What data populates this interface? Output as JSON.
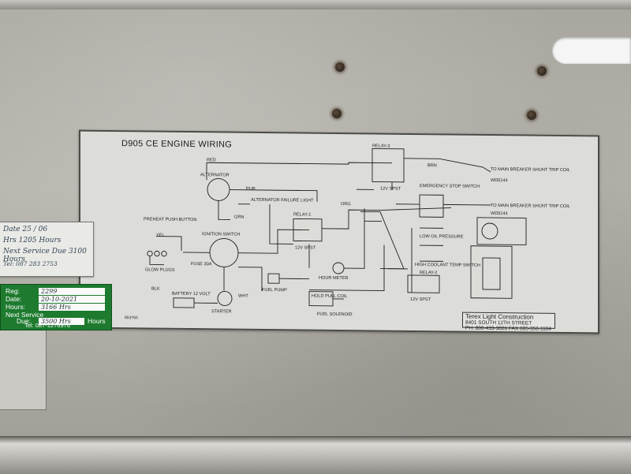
{
  "plate": {
    "title": "D905 CE ENGINE WIRING",
    "part_number": "853750",
    "company": {
      "name": "Terex Light Construction",
      "line2": "8401 SOUTH 12TH STREET",
      "line3": "PH: 800-433-3026 FAX 605-356-1104"
    },
    "labels": {
      "alternator": "ALTERNATOR",
      "alt_failure": "ALTERNATOR FAILURE LIGHT",
      "preheat": "PREHEAT PUSH BUTTON",
      "glow": "GLOW PLUGS",
      "ignition": "IGNITION SWITCH",
      "fuse": "FUSE 30A",
      "battery": "BATTERY 12 VOLT",
      "starter": "STARTER",
      "relay1": "RELAY-1",
      "relay1_type": "12V SPST",
      "hour_meter": "HOUR METER",
      "fuel_pump": "FUEL PUMP",
      "hold_pull": "HOLD PULL COIL",
      "fuel_solenoid": "FUEL SOLENOID",
      "relay3": "RELAY-3",
      "relay3_type": "12V SPST",
      "main_breaker": "TO MAIN BREAKER SHUNT TRIP COIL",
      "wd": "WD5144",
      "emergency": "EMERGENCY STOP SWITCH",
      "low_oil": "LOW OIL PRESSURE",
      "high_coolant": "HIGH COOLANT TEMP SWITCH",
      "relay2": "RELAY-2",
      "relay2_type": "12V SPST",
      "red": "RED",
      "yel": "YEL",
      "pur": "PUR",
      "grn": "GRN",
      "brn": "BRN",
      "org": "ORG",
      "wht": "WHT",
      "blk": "BLK"
    }
  },
  "sticker_top": {
    "line1": "Date 25 / 06",
    "line2": "Hrs 1205 Hours",
    "line3": "Next Service Due 3100 Hours",
    "line4": "Tel: 087 283 2753"
  },
  "sticker_bottom": {
    "reg_label": "Reg:",
    "reg_value": "2299",
    "date_label": "Date:",
    "date_value": "20-10-2021",
    "hours_label": "Hours:",
    "hours_value": "3166 Hrs",
    "next_label": "Next Service",
    "due_label": "Due:",
    "due_value": "3500 Hrs",
    "due_suffix": "Hours",
    "phone": "Tel: 087-1276976"
  },
  "colors": {
    "panel": "#b0aea6",
    "plate": "#dcdcd8",
    "sticker_green": "#1d7a2e"
  }
}
